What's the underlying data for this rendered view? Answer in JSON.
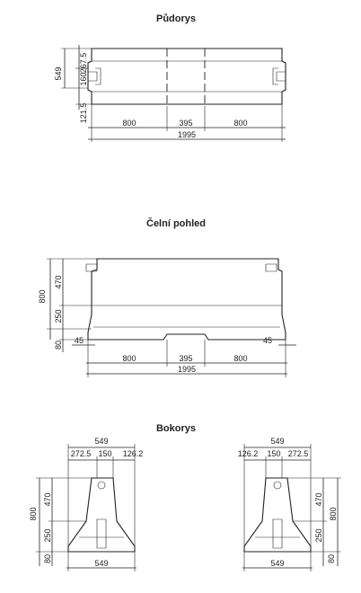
{
  "plan": {
    "title": "Půdorys",
    "dims": {
      "top": "267.5",
      "center": "160",
      "bottom": "121.5",
      "depth": "549",
      "left": "800",
      "mid": "395",
      "right": "800",
      "total": "1995"
    }
  },
  "front": {
    "title": "Čelní pohled",
    "dims": {
      "upper": "470",
      "lower": "250",
      "base": "80",
      "height": "800",
      "left_offset": "45",
      "right_offset": "45",
      "left": "800",
      "mid": "395",
      "right": "800",
      "total": "1995"
    }
  },
  "side": {
    "title": "Bokorys",
    "left": {
      "top_total": "549",
      "seg_a": "272.5",
      "seg_b": "150",
      "seg_c": "126.2",
      "upper": "470",
      "lower": "250",
      "base": "80",
      "height": "800",
      "bottom": "549"
    },
    "right": {
      "top_total": "549",
      "seg_a": "126.2",
      "seg_b": "150",
      "seg_c": "272.5",
      "upper": "470",
      "lower": "250",
      "base": "80",
      "height": "800",
      "bottom": "549"
    }
  }
}
